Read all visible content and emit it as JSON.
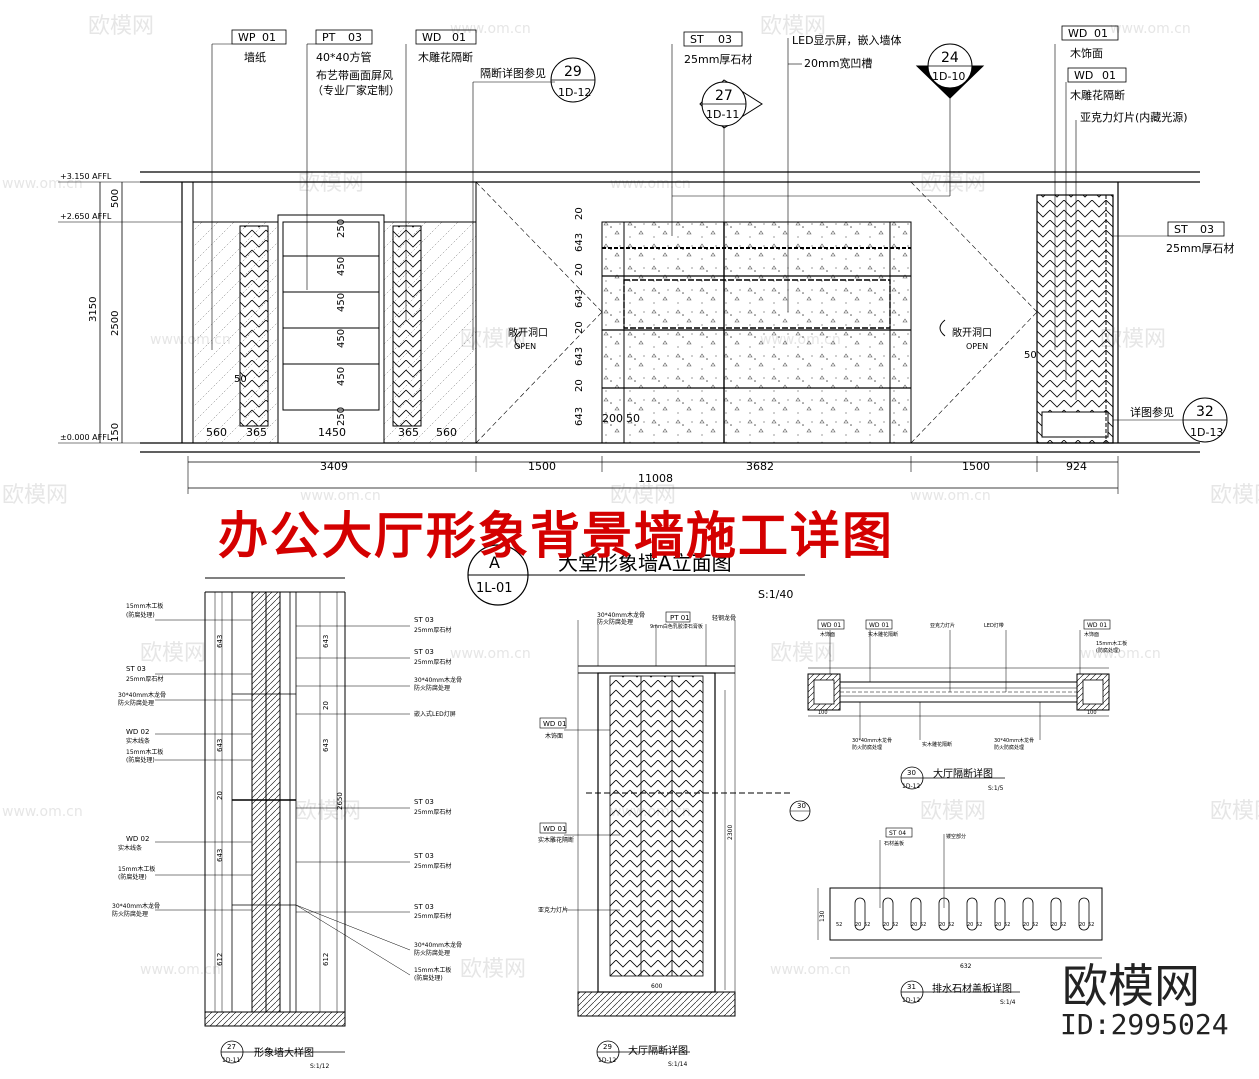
{
  "title": "办公大厅形象背景墙施工详图",
  "brand": {
    "name": "欧模网",
    "id": "ID:2995024"
  },
  "watermark": {
    "logo": "欧模网",
    "url": "www.om.cn"
  },
  "elevation": {
    "name": "大堂形象墙A立面图",
    "ref_letter": "A",
    "ref_sheet": "1L-01",
    "scale": "S:1/40",
    "levels": [
      "+3.150 AFFL",
      "+2.650 AFFL",
      "±0.000 AFFL"
    ],
    "left_dims": [
      "500",
      "3150",
      "2500",
      "150"
    ],
    "bottom_dims_top": [
      "560",
      "365",
      "1450",
      "365",
      "560",
      "200",
      "50"
    ],
    "bottom_dims": [
      "3409",
      "1500",
      "3682",
      "1500",
      "924"
    ],
    "total": "11008",
    "panel_dims_a": [
      "250",
      "450",
      "450",
      "450",
      "450",
      "250"
    ],
    "panel_dims_b": [
      "20",
      "643",
      "20",
      "643",
      "20",
      "643",
      "20",
      "643"
    ],
    "small_50a": "50",
    "small_50b": "50",
    "open_label": "敞开洞口",
    "open_en": "OPEN",
    "callouts": [
      {
        "tag": "WP",
        "num": "01",
        "text": "墙纸"
      },
      {
        "tag": "PT",
        "num": "03",
        "text": "40*40方管"
      },
      {
        "tag": "WD",
        "num": "01",
        "text": "木雕花隔断"
      },
      {
        "tag": "ST",
        "num": "03",
        "text": "25mm厚石材"
      },
      {
        "tag": "WD",
        "num": "01",
        "text": "木饰面"
      },
      {
        "tag": "WD",
        "num": "01",
        "text": "木雕花隔断"
      },
      {
        "tag": "ST",
        "num": "03",
        "text": "25mm厚石材"
      }
    ],
    "notes": [
      "布艺带画面屏风",
      "（专业厂家定制）",
      "隔断详图参见",
      "LED显示屏，嵌入墙体",
      "20mm宽凹槽",
      "亚克力灯片(内藏光源)",
      "详图参见"
    ],
    "refs": [
      {
        "num": "29",
        "sheet": "1D-12"
      },
      {
        "num": "27",
        "sheet": "1D-11"
      },
      {
        "num": "24",
        "sheet": "1D-10"
      },
      {
        "num": "32",
        "sheet": "1D-13"
      }
    ]
  },
  "detail27": {
    "num": "27",
    "sheet": "1D-11",
    "name": "形象墙大样图",
    "scale": "S:1/12",
    "left_notes": [
      "15mm木工板",
      "(防腐处理)",
      "25mm厚石材",
      "30*40mm木龙骨",
      "防火防腐处理",
      "实木线条",
      "15mm木工板",
      "(防腐处理)",
      "实木线条",
      "15mm木工板",
      "(防腐处理)",
      "30*40mm木龙骨",
      "防火防腐处理"
    ],
    "right_notes": [
      "25mm厚石材",
      "25mm厚石材",
      "30*40mm木龙骨",
      "防火防腐处理",
      "嵌入式LED灯屏",
      "25mm厚石材",
      "25mm厚石材",
      "25mm厚石材",
      "30*40mm木龙骨",
      "防火防腐处理",
      "15mm木工板",
      "(防腐处理)"
    ],
    "dims": [
      "643",
      "643",
      "20",
      "643",
      "612",
      "2650",
      "643",
      "20",
      "643",
      "612"
    ],
    "tags": [
      "ST 03",
      "WD 02",
      "WD 02",
      "ST 03",
      "ST 03",
      "ST 03",
      "ST 03",
      "ST 03"
    ]
  },
  "detail29": {
    "num": "29",
    "sheet": "1D-12",
    "name": "大厅隔断详图",
    "scale": "S:1/14",
    "notes": [
      "30*40mm木龙骨",
      "防火防腐处理",
      "9mm白色乳胶漆石膏板",
      "轻钢龙骨",
      "木饰面",
      "实木雕花隔断",
      "亚克力灯片"
    ],
    "tags": [
      "PT 01",
      "WD 01",
      "WD 01"
    ],
    "dims": [
      "2300",
      "600"
    ],
    "ref": "30"
  },
  "detail30": {
    "num": "30",
    "sheet": "1D-12",
    "name": "大厅隔断详图",
    "scale": "S:1/5",
    "notes": [
      "木饰面",
      "实木雕花隔断",
      "亚克力灯片",
      "LED灯带",
      "木饰面",
      "15mm木工板",
      "(防腐处理)",
      "30*40mm木龙骨",
      "防火防腐处理",
      "实木雕花隔断",
      "30*40mm木龙骨",
      "防火防腐处理"
    ],
    "tags": [
      "WD 01",
      "WD 01",
      "WD 01"
    ],
    "dims": [
      "100",
      "100"
    ]
  },
  "detail31": {
    "num": "31",
    "sheet": "1D-12",
    "name": "排水石材盖板详图",
    "scale": "S:1/4",
    "tag": "ST 04",
    "notes": [
      "石材盖板",
      "镂空部分"
    ],
    "dims": [
      "52",
      "20",
      "52",
      "20",
      "52",
      "20",
      "52",
      "20",
      "52",
      "20",
      "52",
      "20",
      "52",
      "20",
      "52",
      "20",
      "52",
      "20",
      "52"
    ],
    "total": "632",
    "height": "130"
  }
}
